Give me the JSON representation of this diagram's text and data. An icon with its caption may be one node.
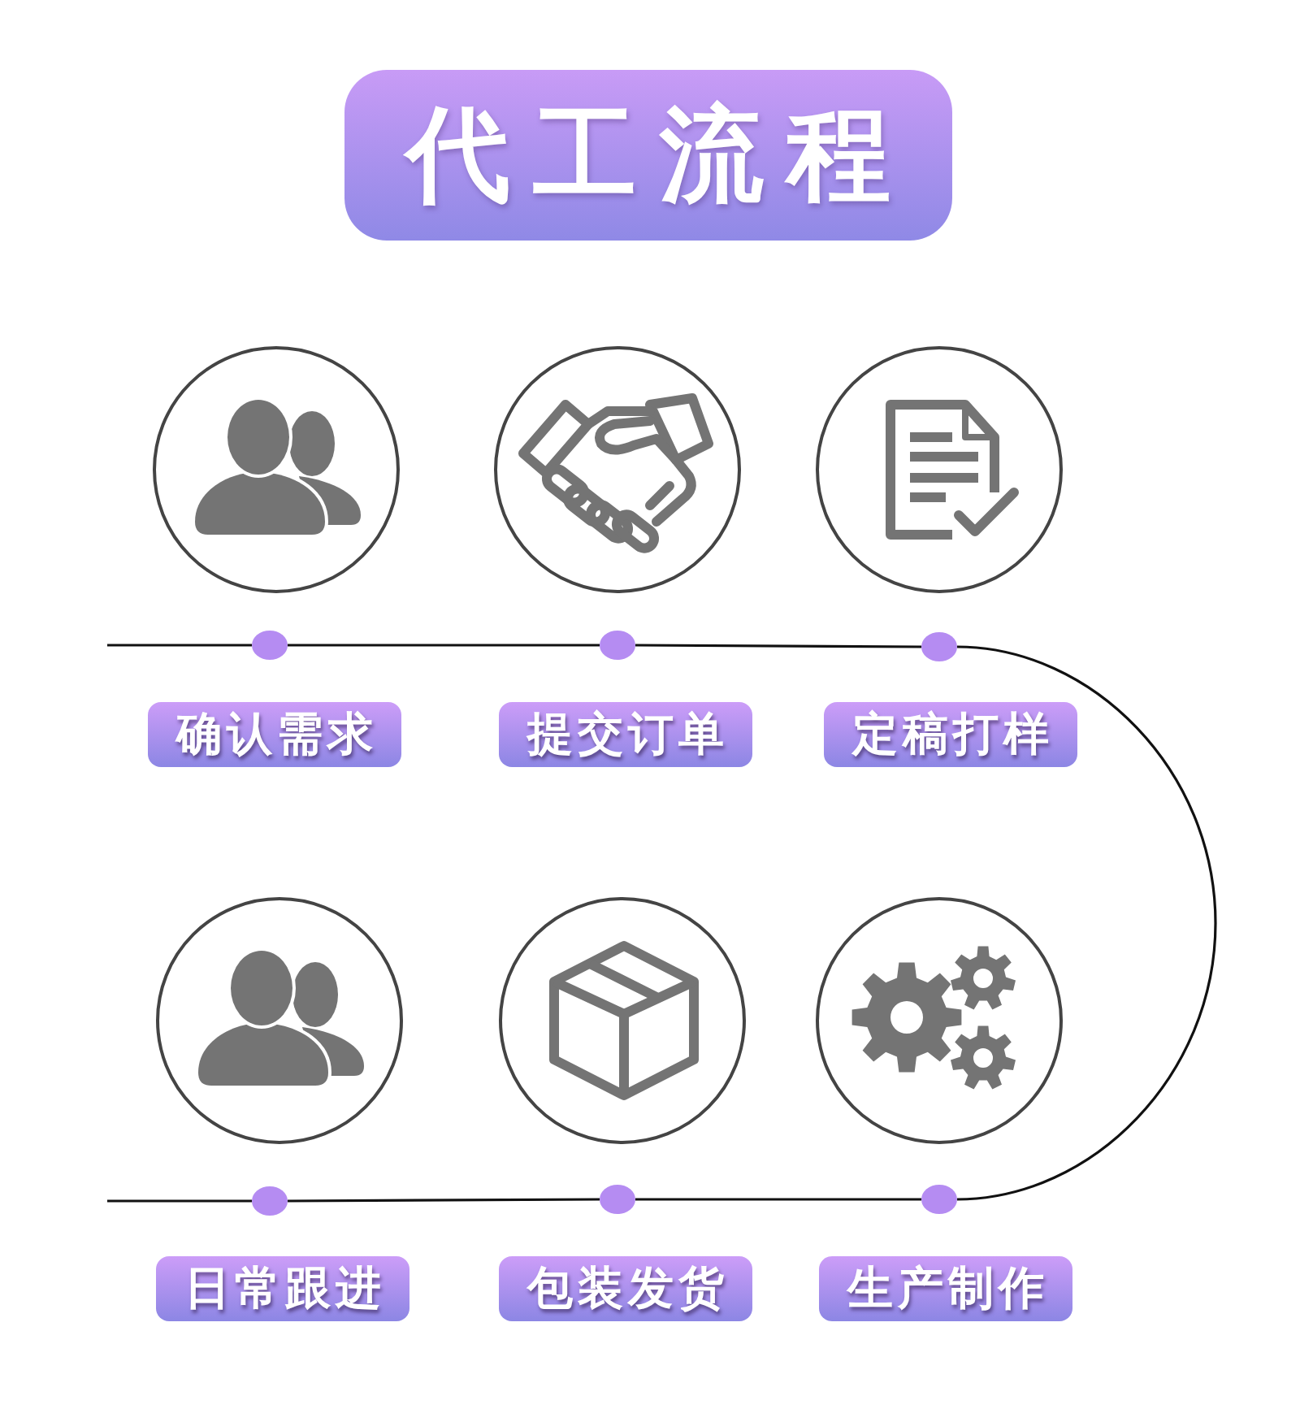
{
  "diagram": {
    "title": "代工流程",
    "nodes": [
      {
        "text": [],
        "shape": "circle"
      },
      {
        "text": [],
        "shape": "circle"
      },
      {
        "text": [],
        "shape": "circle"
      },
      {
        "text": [
          "确认需求"
        ]
      },
      {
        "text": [
          "提交订单"
        ]
      },
      {
        "text": [
          "定稿打样"
        ]
      },
      {
        "text": [],
        "shape": "circle"
      },
      {
        "text": [],
        "shape": "circle"
      },
      {
        "text": [],
        "shape": "circle"
      },
      {
        "text": [
          "日常跟进"
        ]
      },
      {
        "text": [
          "包装发货"
        ]
      },
      {
        "text": [
          "生产制作"
        ]
      }
    ],
    "edges": [
      {
        "from": null,
        "to": 0,
        "arrow": "none"
      },
      {
        "from": 0,
        "to": 1,
        "arrow": "none"
      },
      {
        "from": 1,
        "to": 2,
        "arrow": "none"
      },
      {
        "from": 2,
        "to": 8,
        "arrow": "none"
      },
      {
        "from": 8,
        "to": 7,
        "arrow": "none"
      },
      {
        "from": 7,
        "to": 6,
        "arrow": "none"
      },
      {
        "from": 6,
        "to": null,
        "arrow": "none"
      }
    ]
  }
}
